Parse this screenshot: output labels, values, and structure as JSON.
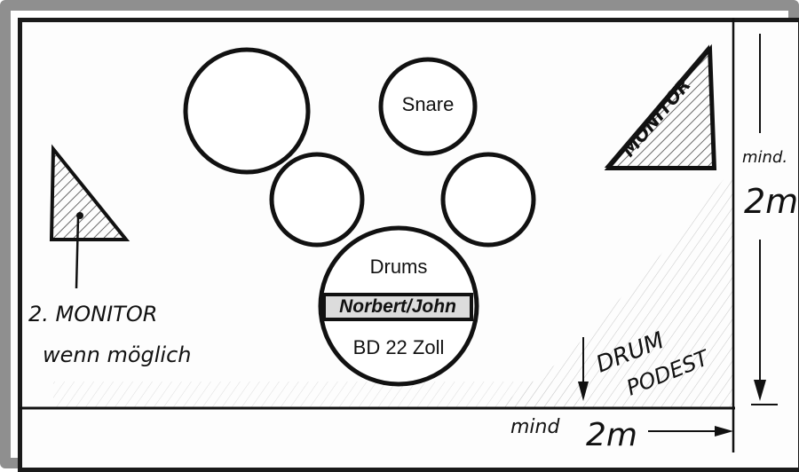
{
  "drum_labels": {
    "snare": "Snare",
    "kick_top": "Drums",
    "kick_name": "Norbert/John",
    "kick_bottom": "BD 22 Zoll"
  },
  "handwritten": {
    "monitor_right": "MONITOR",
    "monitor_left_line1": "2. MONITOR",
    "monitor_left_line2": "wenn möglich",
    "vertical_min": "mind.",
    "vertical_value": "2m",
    "horizontal_min": "mind",
    "horizontal_value": "2m",
    "podest_line1": "DRUM",
    "podest_line2": "PODEST"
  }
}
